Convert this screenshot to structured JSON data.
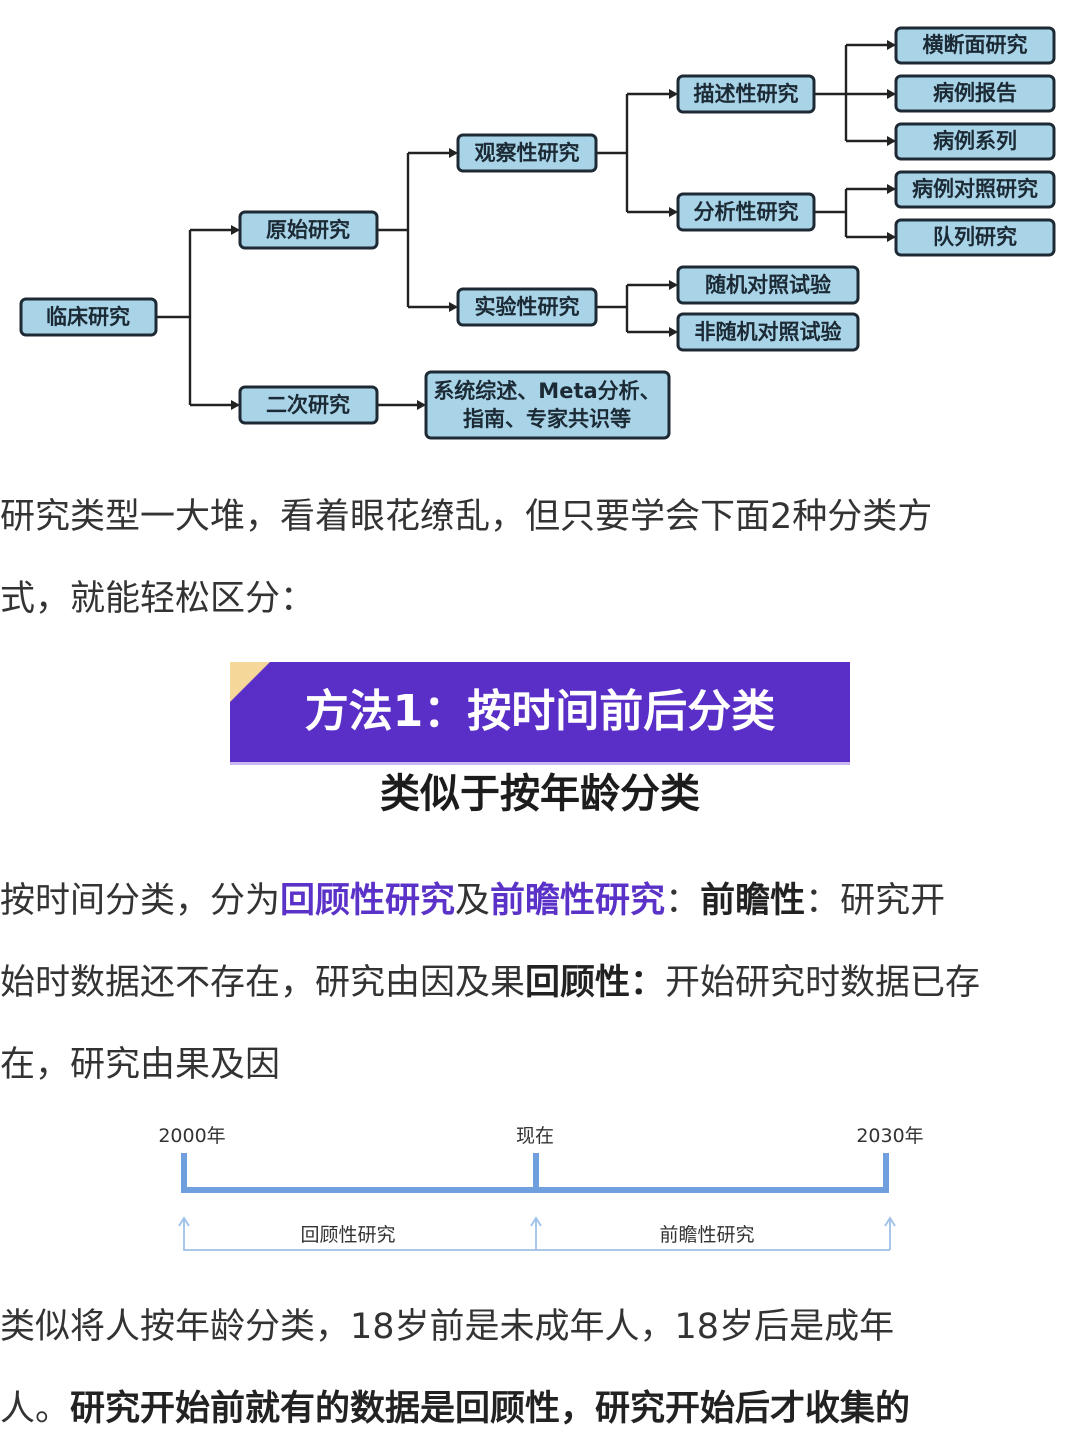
{
  "tree": {
    "root": "临床研究",
    "primary": "原始研究",
    "secondary": "二次研究",
    "observational": "观察性研究",
    "experimental": "实验性研究",
    "descriptive": "描述性研究",
    "analytical": "分析性研究",
    "cross_sectional": "横断面研究",
    "case_report": "病例报告",
    "case_series": "病例系列",
    "case_control": "病例对照研究",
    "cohort": "队列研究",
    "rct": "随机对照试验",
    "non_rct": "非随机对照试验",
    "secondary_types_line1": "系统综述、Meta分析、",
    "secondary_types_line2": "指南、专家共识等"
  },
  "intro": {
    "line1": "研究类型一大堆，看着眼花缭乱，但只要学会下面2种分类方",
    "line2": "式，就能轻松区分："
  },
  "banner": {
    "title": "方法1：按时间前后分类",
    "subtitle": "类似于按年龄分类"
  },
  "body": {
    "l1_a": "按时间分类，分为",
    "l1_retro": "回顾性研究",
    "l1_and": "及",
    "l1_pro": "前瞻性研究",
    "l1_colon": "：",
    "l1_pro_label": "前瞻性",
    "l1_b": "：研究开",
    "l2_a": "始时数据还不存在，研究由因及果",
    "l2_retro_label": "回顾性：",
    "l2_b": "开始研究时数据已存",
    "l3": "在，研究由果及因"
  },
  "timeline": {
    "start": "2000年",
    "now": "现在",
    "end": "2030年",
    "retro": "回顾性研究",
    "pro": "前瞻性研究"
  },
  "age": {
    "line1": "类似将人按年龄分类，18岁前是未成年人，18岁后是成年",
    "line2_a": "人。",
    "line2_b": "研究开始前就有的数据是回顾性，研究开始后才收集的"
  }
}
